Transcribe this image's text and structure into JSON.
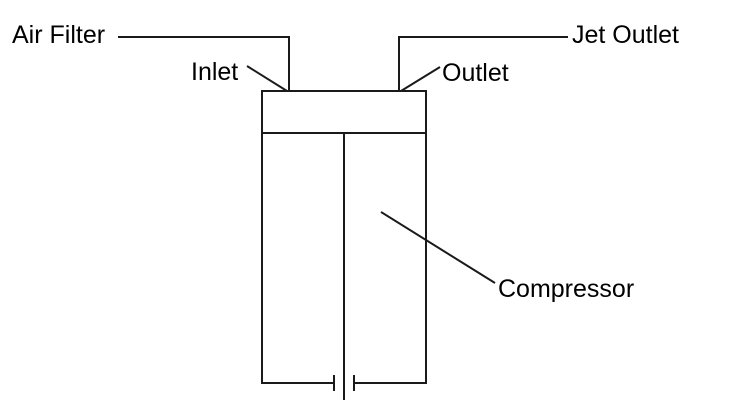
{
  "labels": {
    "air_filter": "Air Filter",
    "jet_outlet": "Jet Outlet",
    "inlet": "Inlet",
    "outlet": "Outlet",
    "compressor": "Compressor"
  },
  "colors": {
    "line": "#1a1a1a",
    "text": "#000000"
  }
}
